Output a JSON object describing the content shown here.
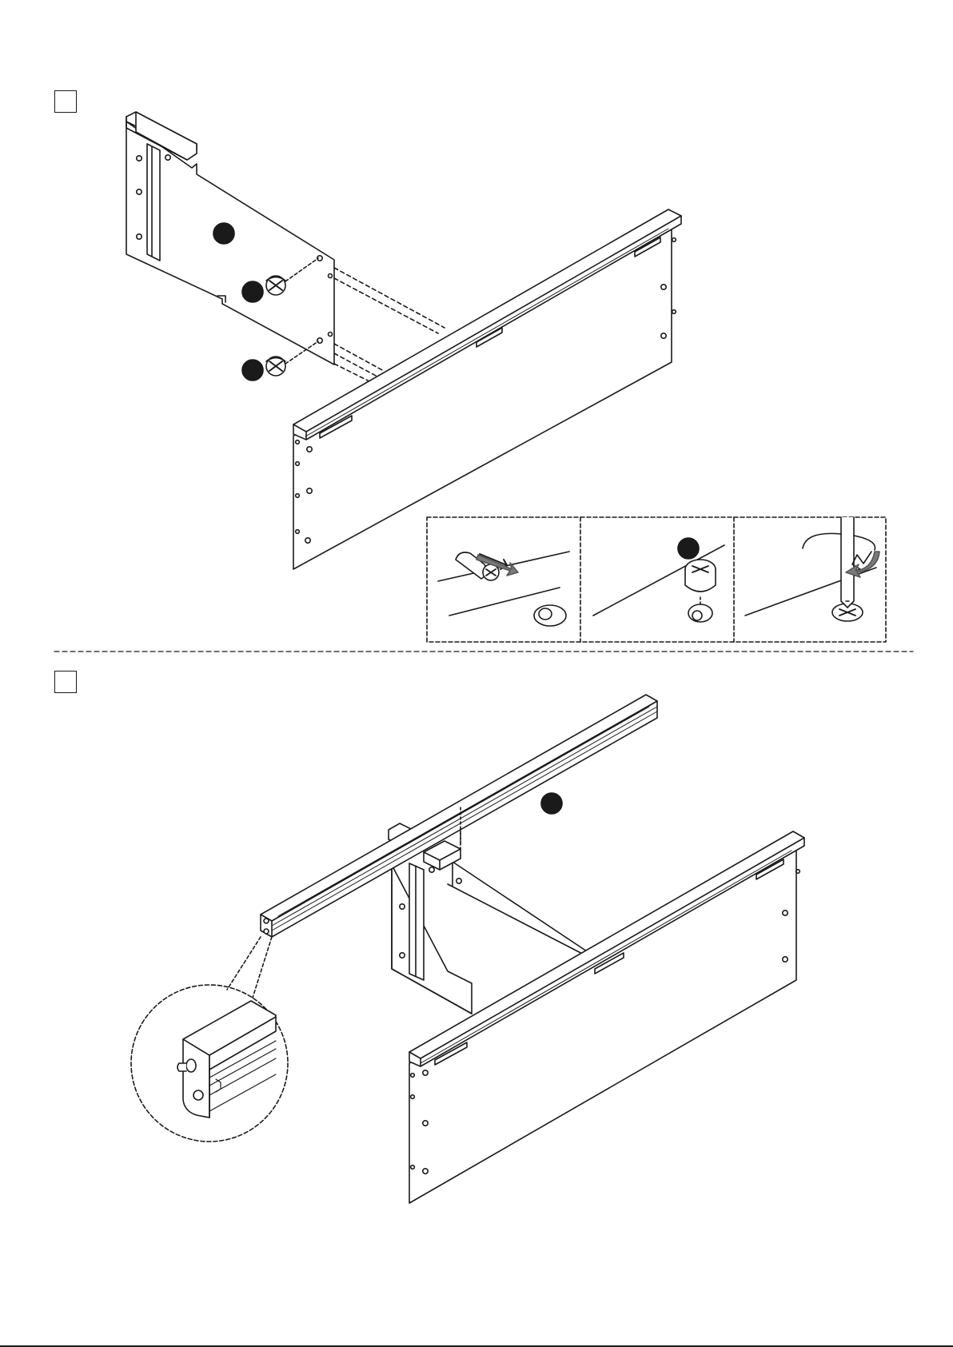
{
  "document": {
    "type": "assembly-instructions",
    "steps": [
      {
        "id": "step-a",
        "number": "",
        "callouts": [
          "",
          "",
          "",
          ""
        ],
        "detail_panels": 3
      },
      {
        "id": "step-b",
        "number": "",
        "callouts": [
          ""
        ],
        "zoom_detail": true
      }
    ]
  },
  "colors": {
    "ink": "#1a1a1a",
    "paper": "#ffffff",
    "callout_fill": "#1a1a1a"
  },
  "icons": [
    "cam-lock-icon",
    "dowel-icon",
    "screwdriver-icon",
    "rotate-arrow-icon",
    "push-arrow-icon"
  ]
}
